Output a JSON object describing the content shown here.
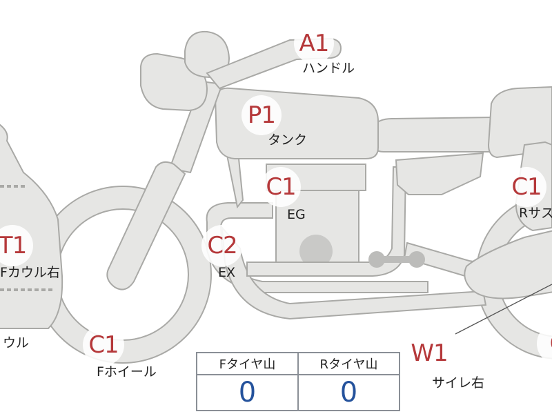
{
  "markers": {
    "a1": {
      "code": "A1",
      "label": "ハンドル"
    },
    "p1": {
      "code": "P1",
      "label": "タンク"
    },
    "c1_eg": {
      "code": "C1",
      "label": "EG"
    },
    "c1_rsus": {
      "code": "C1",
      "label": "Rサス"
    },
    "t1": {
      "code": "T1",
      "label": "Fカウル右"
    },
    "c2": {
      "code": "C2",
      "label": "EX"
    },
    "c1_fwheel": {
      "code": "C1",
      "label": "Fホイール"
    },
    "w1": {
      "code": "W1",
      "label": "サイレ右"
    },
    "c_rwheel": {
      "code": "C",
      "label": ""
    },
    "cowl": {
      "code": "",
      "label": "ウル"
    }
  },
  "tire_table": {
    "headers": [
      "Fタイヤ山",
      "Rタイヤ山"
    ],
    "values": [
      "0",
      "0"
    ],
    "value_color": "#24529c"
  },
  "colors": {
    "marker_code": "#b5383a",
    "part_fill": "#e6e6e4",
    "part_stroke": "#a9a9a6"
  }
}
